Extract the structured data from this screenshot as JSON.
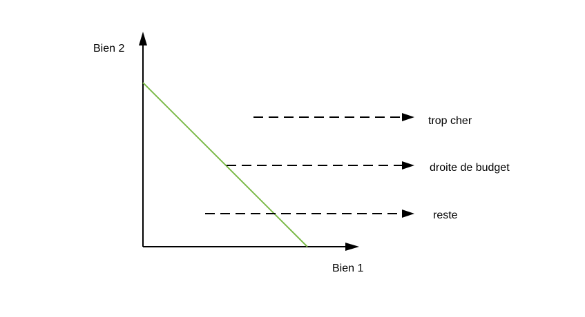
{
  "axes": {
    "y_label": "Bien 2",
    "x_label": "Bien 1"
  },
  "arrows": [
    {
      "label": "trop cher"
    },
    {
      "label": "droite de budget"
    },
    {
      "label": "reste"
    }
  ],
  "colors": {
    "budget_line": "#7cba4a",
    "axes": "#000000",
    "arrows": "#000000"
  }
}
